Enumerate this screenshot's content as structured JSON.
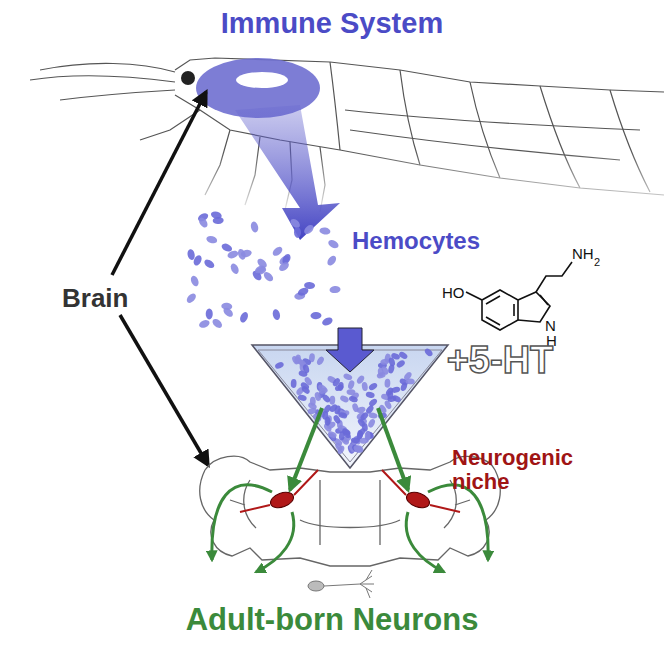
{
  "diagram": {
    "labels": [
      "Immune System",
      "Hemocytes",
      "Brain",
      "HO",
      "NH",
      "2",
      "N",
      "H",
      "+5-HT",
      "Neurogenic niche",
      "Adult-born Neurons"
    ]
  }
}
